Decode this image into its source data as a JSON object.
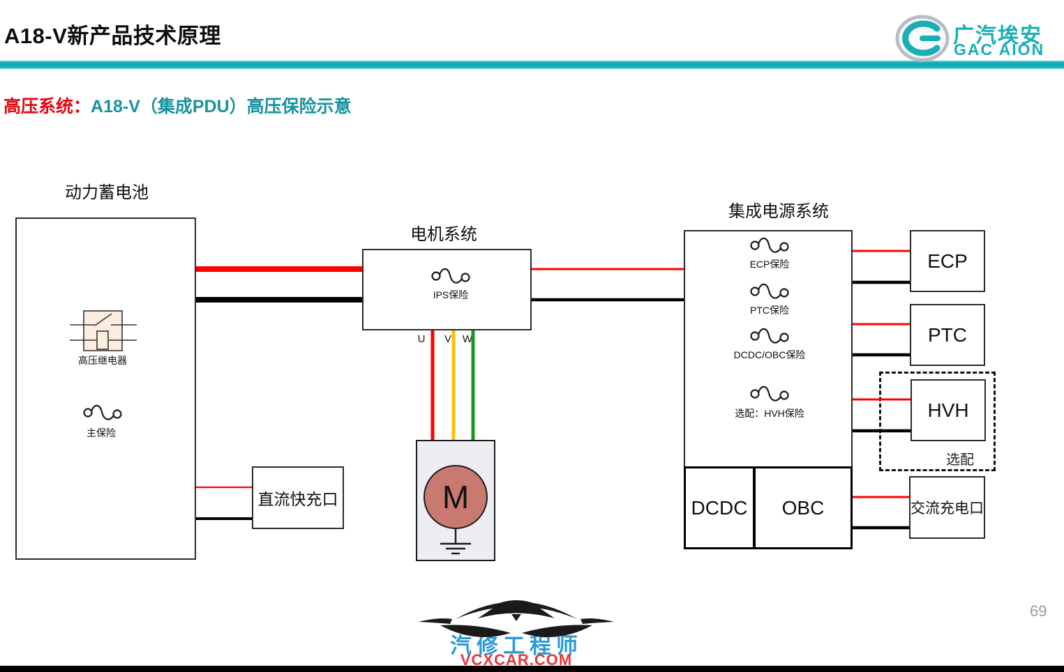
{
  "header": {
    "title": "A18-V新产品技术原理",
    "subtitle_prefix": "高压系统：",
    "subtitle_main": "A18-V（集成PDU）高压保险示意",
    "logo": {
      "cn": "广汽埃安",
      "en": "GAC AION"
    }
  },
  "diagram": {
    "battery": {
      "title": "动力蓄电池",
      "relay_label": "高压继电器",
      "fuse_label": "主保险"
    },
    "motor_system": {
      "title": "电机系统",
      "fuse_label": "IPS保险",
      "phases": [
        "U",
        "V",
        "W"
      ],
      "motor_letter": "M"
    },
    "dc_charge": {
      "label": "直流快充口"
    },
    "power_system": {
      "title": "集成电源系统",
      "fuse_labels": [
        "ECP保险",
        "PTC保险",
        "DCDC/OBC保险",
        "选配：HVH保险"
      ],
      "dcdc_label": "DCDC",
      "obc_label": "OBC"
    },
    "loads": {
      "ecp": "ECP",
      "ptc": "PTC",
      "hvh": "HVH",
      "optional_label": "选配",
      "ac_charge": "交流充电口"
    }
  },
  "footer": {
    "brand_cn": "汽修工程师",
    "brand_url": "VCXCAR.COM",
    "page_number": "69"
  },
  "colors": {
    "accent_teal": "#12acb4",
    "subtitle_red": "#e30613",
    "subtitle_teal": "#17929f",
    "wire_positive_red": "#ff0000",
    "wire_negative_black": "#000000",
    "phase_u_red": "#ff0000",
    "phase_v_yellow": "#ffc000",
    "phase_w_green": "#1f9426",
    "motor_fill": "#c87a71",
    "relay_fill": "#fbeedf",
    "brand_blue": "#2b9cd8",
    "brand_red": "#e23a3c"
  }
}
